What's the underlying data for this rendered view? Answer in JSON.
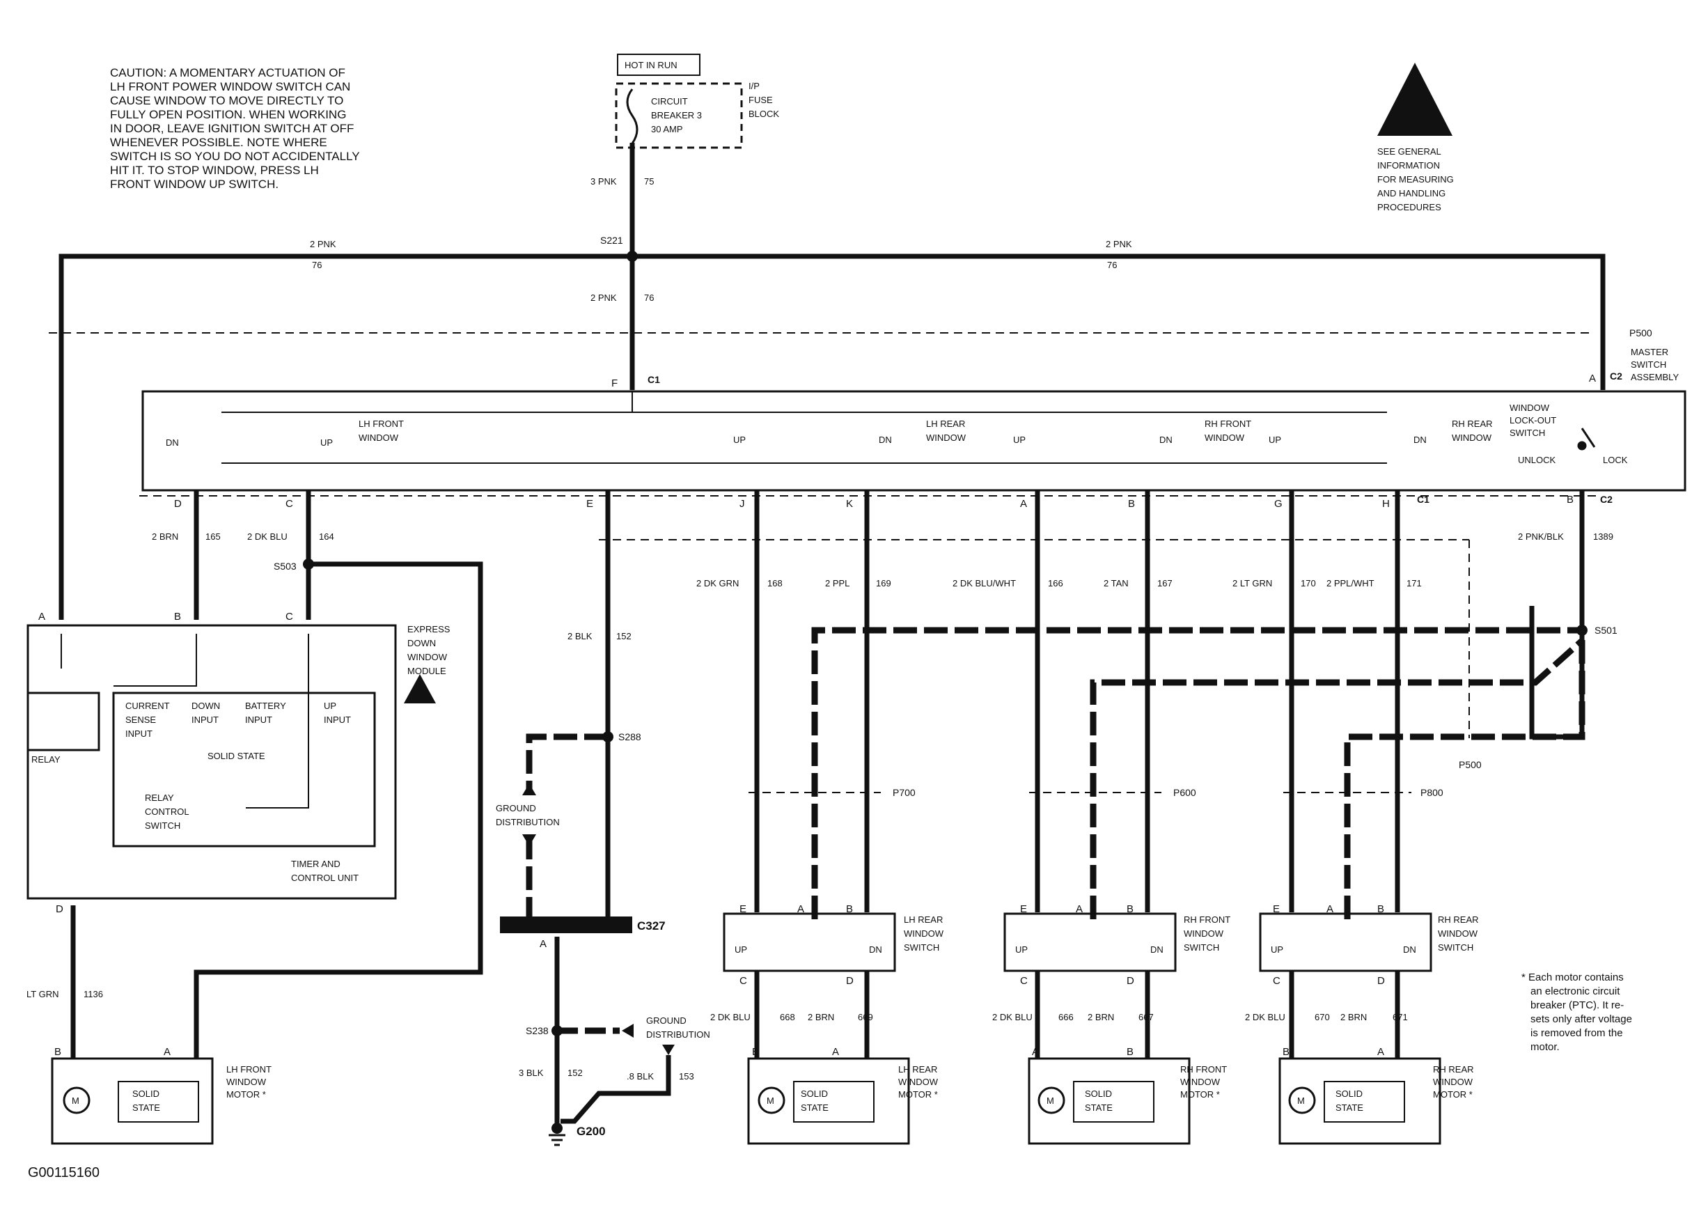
{
  "caution": [
    "CAUTION: A MOMENTARY ACTUATION OF",
    "LH FRONT POWER WINDOW SWITCH CAN",
    "CAUSE WINDOW TO MOVE DIRECTLY TO",
    "FULLY OPEN POSITION. WHEN WORKING",
    "IN DOOR, LEAVE IGNITION SWITCH AT OFF",
    "WHENEVER POSSIBLE. NOTE WHERE",
    "SWITCH IS SO YOU DO NOT ACCIDENTALLY",
    "HIT IT. TO STOP WINDOW, PRESS LH",
    "FRONT WINDOW UP SWITCH."
  ],
  "esd_note": [
    "SEE GENERAL",
    "INFORMATION",
    "FOR MEASURING",
    "AND HANDLING",
    "PROCEDURES"
  ],
  "power": {
    "hot_label": "HOT IN RUN",
    "breaker_lines": [
      "CIRCUIT",
      "BREAKER 3",
      "30 AMP"
    ],
    "fuse_block_lines": [
      "I/P",
      "FUSE",
      "BLOCK"
    ]
  },
  "wire_labels": {
    "feed": "3 PNK",
    "feed_num": "75",
    "left_pnk": "2 PNK",
    "left_pnk_num": "76",
    "right_pnk": "2 PNK",
    "right_pnk_num": "76",
    "center_pnk": "2 PNK",
    "center_pnk_num": "76",
    "brn": "2 BRN",
    "brn_num": "165",
    "dkblu": "2 DK BLU",
    "dkblu_num": "164",
    "blk": "2 BLK",
    "blk_num": "152",
    "dkgrn": "2 DK GRN",
    "dkgrn_num": "168",
    "ppl": "2 PPL",
    "ppl_num": "169",
    "dkbluwht": "2 DK BLU/WHT",
    "dkbluwht_num": "166",
    "tan": "2 TAN",
    "tan_num": "167",
    "ltgrn": "2 LT GRN",
    "ltgrn_num": "170",
    "pplwht": "2 PPL/WHT",
    "pplwht_num": "171",
    "pnkblk": "2 PNK/BLK",
    "pnkblk_num": "1389",
    "ltgrn_motor": "LT GRN",
    "ltgrn_motor_num": "1136",
    "blk3": "3 BLK",
    "blk3_num": "152",
    "blk8": ".8 BLK",
    "blk8_num": "153",
    "lr_dkblu": "2 DK BLU",
    "lr_dkblu_num": "668",
    "lr_brn": "2 BRN",
    "lr_brn_num": "669",
    "rf_dkblu": "2 DK BLU",
    "rf_dkblu_num": "666",
    "rf_brn": "2 BRN",
    "rf_brn_num": "667",
    "rr_dkblu": "2 DK BLU",
    "rr_dkblu_num": "670",
    "rr_brn": "2 BRN",
    "rr_brn_num": "671"
  },
  "splices": {
    "s221": "S221",
    "s503": "S503",
    "s288": "S288",
    "s238": "S238",
    "s501": "S501",
    "g200": "G200",
    "c327": "C327"
  },
  "connectors": {
    "p500": "P500",
    "p500b": "P500",
    "p700": "P700",
    "p600": "P600",
    "p800": "P800",
    "c1": "C1",
    "c1b": "C1",
    "c2": "C2",
    "c2b": "C2"
  },
  "master_switch": {
    "title": [
      "MASTER",
      "SWITCH",
      "ASSEMBLY"
    ],
    "lh_front": [
      "LH FRONT",
      "WINDOW"
    ],
    "lh_rear": [
      "LH REAR",
      "WINDOW"
    ],
    "rh_front": [
      "RH FRONT",
      "WINDOW"
    ],
    "rh_rear": [
      "RH REAR",
      "WINDOW"
    ],
    "lockout": [
      "WINDOW",
      "LOCK-OUT",
      "SWITCH"
    ],
    "up": "UP",
    "dn": "DN",
    "unlock": "UNLOCK",
    "lock": "LOCK",
    "pins": [
      "F",
      "A",
      "D",
      "C",
      "E",
      "J",
      "K",
      "A",
      "B",
      "G",
      "H",
      "B"
    ]
  },
  "module": {
    "title": [
      "EXPRESS",
      "DOWN",
      "WINDOW",
      "MODULE"
    ],
    "relay": "RELAY",
    "current_sense": [
      "CURRENT",
      "SENSE",
      "INPUT"
    ],
    "down_input": [
      "DOWN",
      "INPUT"
    ],
    "battery_input": [
      "BATTERY",
      "INPUT"
    ],
    "up_input": [
      "UP",
      "INPUT"
    ],
    "solid_state": "SOLID STATE",
    "relay_control": [
      "RELAY",
      "CONTROL",
      "SWITCH"
    ],
    "timer": [
      "TIMER AND",
      "CONTROL UNIT"
    ],
    "pins_top": [
      "A",
      "B",
      "C"
    ],
    "pin_bottom": "D"
  },
  "ground": {
    "dist_upper": [
      "GROUND",
      "DISTRIBUTION"
    ],
    "dist_lower": [
      "GROUND",
      "DISTRIBUTION"
    ],
    "pin_a": "A"
  },
  "door_switches": [
    {
      "name": [
        "LH REAR",
        "WINDOW",
        "SWITCH"
      ],
      "up": "UP",
      "dn": "DN",
      "pins": [
        "E",
        "A",
        "B",
        "C",
        "D"
      ]
    },
    {
      "name": [
        "RH FRONT",
        "WINDOW",
        "SWITCH"
      ],
      "up": "UP",
      "dn": "DN",
      "pins": [
        "E",
        "A",
        "B",
        "C",
        "D"
      ]
    },
    {
      "name": [
        "RH REAR",
        "WINDOW",
        "SWITCH"
      ],
      "up": "UP",
      "dn": "DN",
      "pins": [
        "E",
        "A",
        "B",
        "C",
        "D"
      ]
    }
  ],
  "motors": [
    {
      "name": [
        "LH FRONT",
        "WINDOW",
        "MOTOR *"
      ],
      "solid": [
        "SOLID",
        "STATE"
      ],
      "m": "M",
      "pins": [
        "B",
        "A"
      ]
    },
    {
      "name": [
        "LH REAR",
        "WINDOW",
        "MOTOR *"
      ],
      "solid": [
        "SOLID",
        "STATE"
      ],
      "m": "M",
      "pins": [
        "B",
        "A"
      ]
    },
    {
      "name": [
        "RH FRONT",
        "WINDOW",
        "MOTOR *"
      ],
      "solid": [
        "SOLID",
        "STATE"
      ],
      "m": "M",
      "pins": [
        "A",
        "B"
      ]
    },
    {
      "name": [
        "RH REAR",
        "WINDOW",
        "MOTOR *"
      ],
      "solid": [
        "SOLID",
        "STATE"
      ],
      "m": "M",
      "pins": [
        "B",
        "A"
      ]
    }
  ],
  "footnote": [
    "* Each motor contains",
    "an electronic circuit",
    "breaker (PTC). It re-",
    "sets only after voltage",
    "is removed from the",
    "motor."
  ],
  "figure_id": "G00115160"
}
